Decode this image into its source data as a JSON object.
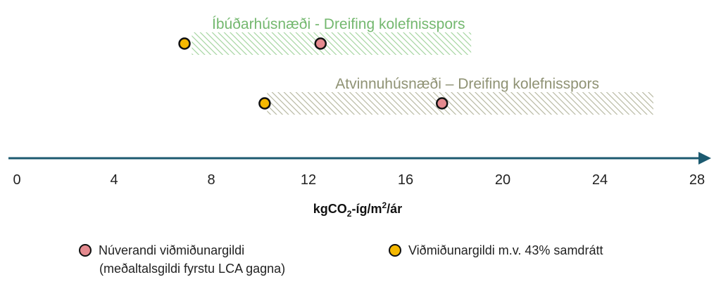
{
  "chart_data": {
    "type": "scatter",
    "xlim": [
      0,
      28
    ],
    "xticks": [
      0,
      4,
      8,
      12,
      16,
      20,
      24,
      28
    ],
    "xlabel": {
      "prefix": "kgCO",
      "sub": "2",
      "mid": "-íg/m",
      "sup": "2",
      "suffix": "/ár"
    },
    "ranges": [
      {
        "label": "Íbúðarhúsnæði - Dreifing kolefnisspors",
        "start": 7.2,
        "end": 18.7,
        "color": "#74b86f",
        "current_value": 12.5,
        "target_value": 6.9
      },
      {
        "label": "Atvinnuhúsnæði – Dreifing kolefnisspors",
        "start": 10.3,
        "end": 26.2,
        "color": "#8f9274",
        "current_value": 17.5,
        "target_value": 10.2
      }
    ],
    "marker_colors": {
      "current": "#e58a8f",
      "target": "#f5b800"
    },
    "axis_color": "#1c5a70"
  },
  "legend": {
    "current_label": "Núverandi viðmiðunargildi",
    "current_sublabel": "(meðaltalsgildi fyrstu LCA gagna)",
    "target_label": "Viðmiðunargildi m.v. 43% samdrátt"
  }
}
